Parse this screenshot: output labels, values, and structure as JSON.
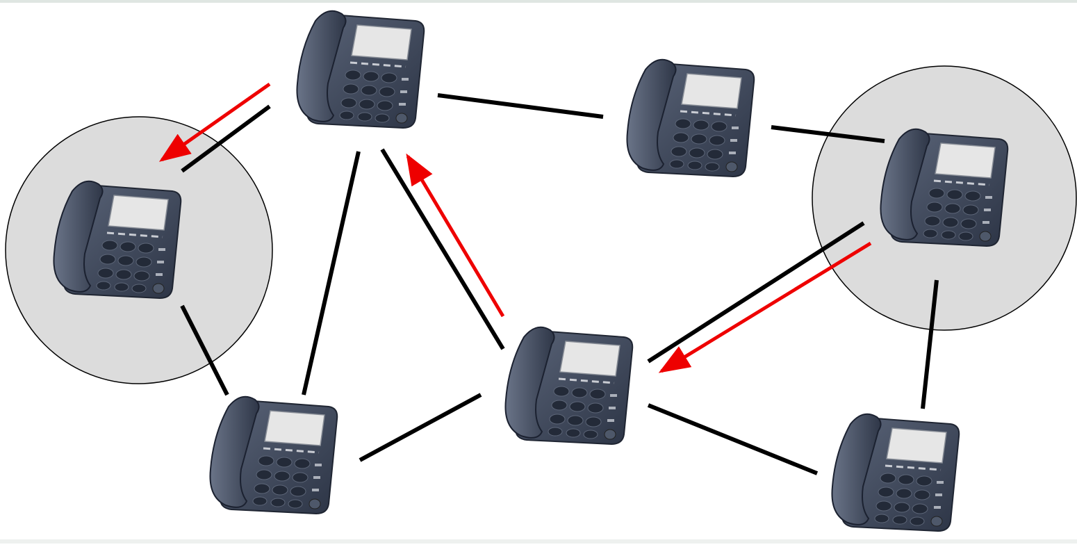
{
  "diagram": {
    "node_icon": "desk-phone-icon",
    "colors": {
      "background": "#ffffff",
      "link": "#000000",
      "signal_arrow": "#ee0000",
      "highlight_fill": "#dcdcdc",
      "highlight_stroke": "#000000",
      "phone_body": "#3b4558",
      "phone_screen": "#e4e4e4",
      "phone_keys": "#2a3140"
    },
    "nodes": [
      {
        "id": "phone-top-center"
      },
      {
        "id": "phone-left",
        "highlighted": true
      },
      {
        "id": "phone-top-right-middle"
      },
      {
        "id": "phone-right",
        "highlighted": true
      },
      {
        "id": "phone-bottom-left"
      },
      {
        "id": "phone-center"
      },
      {
        "id": "phone-bottom-right"
      }
    ],
    "links": [
      {
        "from": "phone-top-center",
        "to": "phone-left"
      },
      {
        "from": "phone-top-center",
        "to": "phone-top-right-middle"
      },
      {
        "from": "phone-top-center",
        "to": "phone-bottom-left"
      },
      {
        "from": "phone-top-center",
        "to": "phone-center"
      },
      {
        "from": "phone-top-right-middle",
        "to": "phone-right"
      },
      {
        "from": "phone-left",
        "to": "phone-bottom-left"
      },
      {
        "from": "phone-bottom-left",
        "to": "phone-center"
      },
      {
        "from": "phone-center",
        "to": "phone-right"
      },
      {
        "from": "phone-center",
        "to": "phone-bottom-right"
      },
      {
        "from": "phone-right",
        "to": "phone-bottom-right"
      }
    ],
    "signal_path": [
      {
        "from": "phone-right",
        "to": "phone-center"
      },
      {
        "from": "phone-center",
        "to": "phone-top-center"
      },
      {
        "from": "phone-top-center",
        "to": "phone-left"
      }
    ]
  }
}
